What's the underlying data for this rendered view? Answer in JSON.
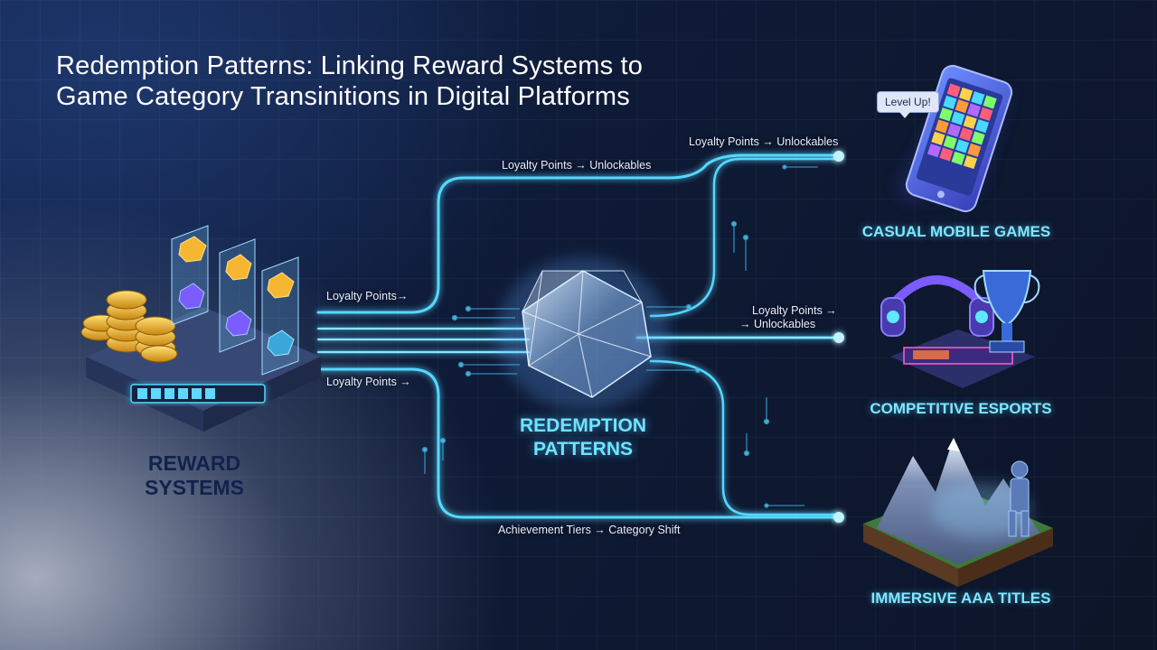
{
  "title": {
    "line1": "Redemption Patterns: Linking Reward Systems to",
    "line2": "Game Category Transinitions in Digital Platforms"
  },
  "nodes": {
    "reward_systems": {
      "line1": "REWARD",
      "line2": "SYSTEMS"
    },
    "hub": {
      "line1": "REDEMPTION",
      "line2": "PATTERNS"
    },
    "casual_mobile": "CASUAL MOBILE GAMES",
    "esports": "COMPETITIVE ESPORTS",
    "aaa": "IMMERSIVE AAA TITLES"
  },
  "edge_labels": {
    "left_upper": "Loyalty Points→",
    "left_lower": "Loyalty Points →",
    "top_center": "Loyalty Points → Unlockables",
    "top_right": "Loyalty Points → Unlockables",
    "mid_right_line1": "Loyalty Points →",
    "mid_right_line2": "→ Unlockables",
    "bottom_center": "Achievement Tiers → Category Shift"
  },
  "phone_badge": "Level Up!",
  "colors": {
    "flow": "#55d8ff",
    "flow_core": "#dff8ff",
    "accent_gold": "#f5b731",
    "accent_purple": "#8a5cff",
    "label_cyan": "#7fe7ff",
    "label_navy": "#12224e"
  },
  "icons": {
    "reward": "coin-stack-and-badge-cards-icon",
    "hub": "crystal-icosahedron-icon",
    "casual": "smartphone-puzzle-game-icon",
    "esports": "headset-trophy-arena-icon",
    "aaa": "mountain-warrior-diorama-icon"
  }
}
